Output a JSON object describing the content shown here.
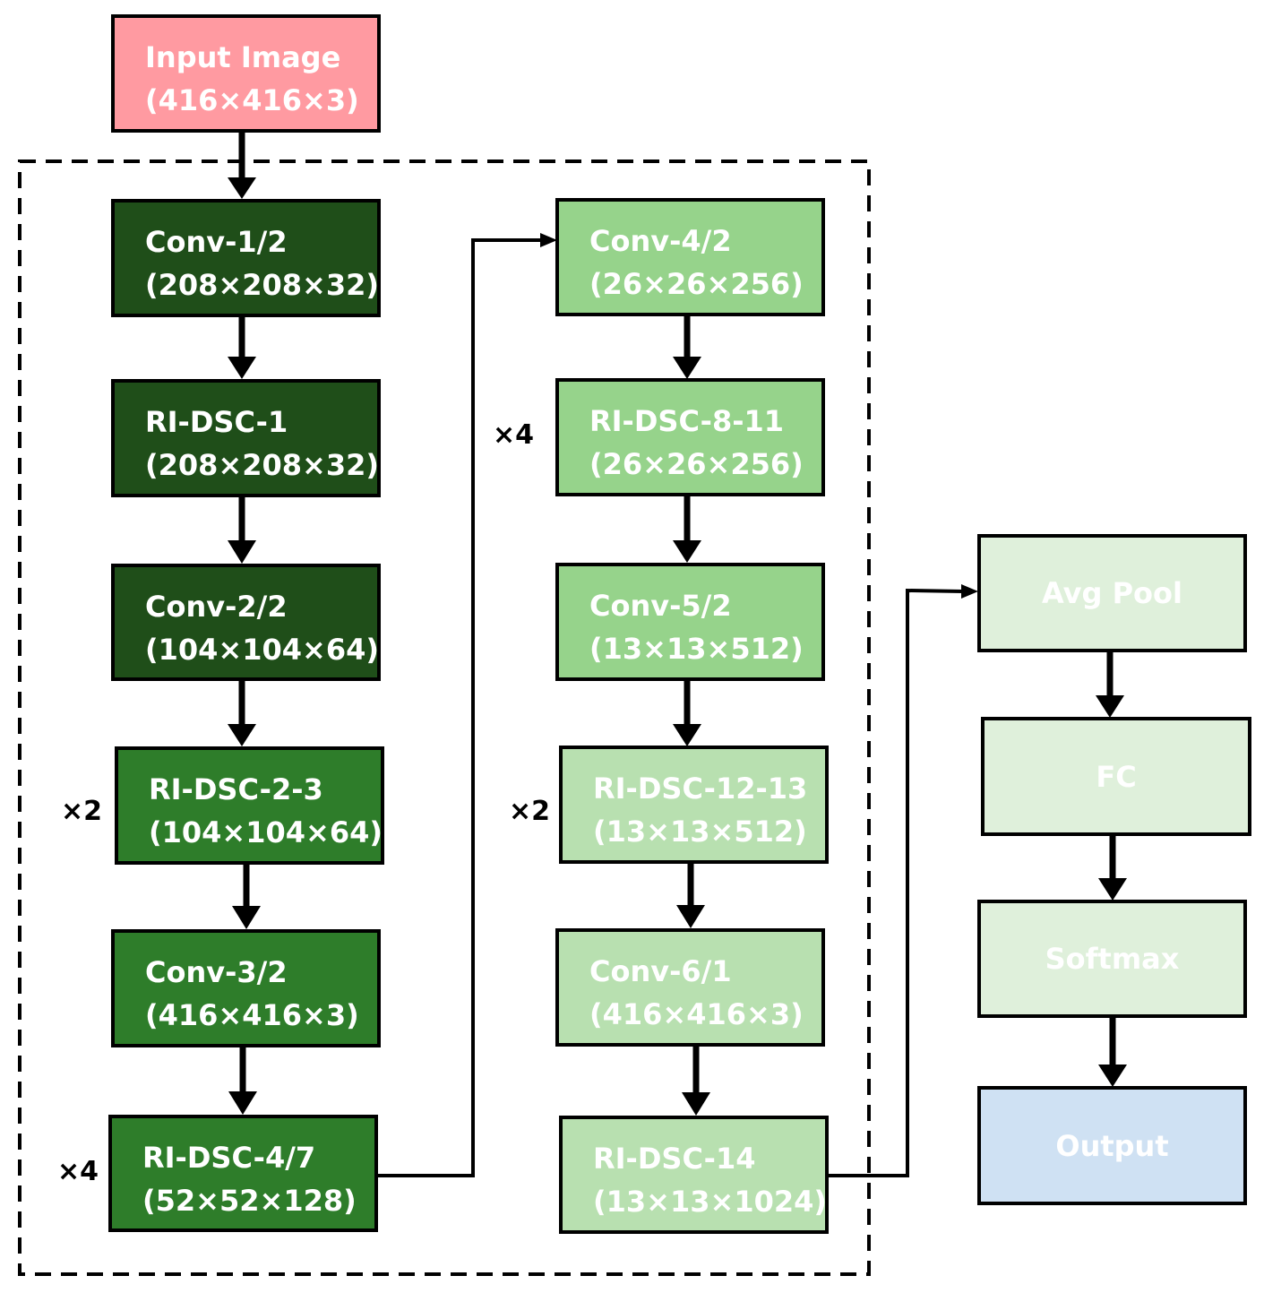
{
  "blocks": {
    "input": {
      "name": "Input Image",
      "dims": "(416×416×3)"
    },
    "conv1": {
      "name": "Conv-1/2",
      "dims": "(208×208×32)"
    },
    "ridsc1": {
      "name": "RI-DSC-1",
      "dims": "(208×208×32)"
    },
    "conv2": {
      "name": "Conv-2/2",
      "dims": "(104×104×64)"
    },
    "ridsc23": {
      "name": "RI-DSC-2-3",
      "dims": "(104×104×64)"
    },
    "conv3": {
      "name": "Conv-3/2",
      "dims": "(416×416×3)"
    },
    "ridsc47": {
      "name": "RI-DSC-4/7",
      "dims": "(52×52×128)"
    },
    "conv4": {
      "name": "Conv-4/2",
      "dims": "(26×26×256)"
    },
    "ridsc811": {
      "name": "RI-DSC-8-11",
      "dims": "(26×26×256)"
    },
    "conv5": {
      "name": "Conv-5/2",
      "dims": "(13×13×512)"
    },
    "ridsc1213": {
      "name": "RI-DSC-12-13",
      "dims": "(13×13×512)"
    },
    "conv6": {
      "name": "Conv-6/1",
      "dims": "(416×416×3)"
    },
    "ridsc14": {
      "name": "RI-DSC-14",
      "dims": "(13×13×1024)"
    },
    "avgpool": {
      "name": "Avg Pool"
    },
    "fc": {
      "name": "FC"
    },
    "softmax": {
      "name": "Softmax"
    },
    "output": {
      "name": "Output"
    }
  },
  "multipliers": {
    "ridsc23": "×2",
    "ridsc47": "×4",
    "ridsc811": "×4",
    "ridsc1213": "×2"
  },
  "colors": {
    "input": "#ff9aa1",
    "stage1_dark": "#1f4e19",
    "stage2_mid": "#2e7d2a",
    "stage3_light": "#96d38b",
    "stage4_pale": "#b8e0b0",
    "head_paler": "#dff0db",
    "output": "#cfe1f3"
  }
}
